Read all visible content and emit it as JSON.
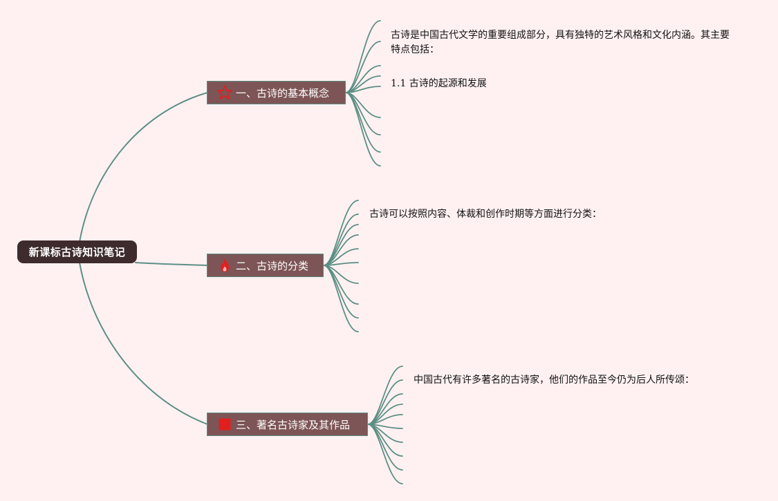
{
  "root": {
    "label": "新课标古诗知识笔记"
  },
  "branches": [
    {
      "label": "一、古诗的基本概念",
      "icon": "star-outline-icon",
      "leaves": [
        "古诗是中国古代文学的重要组成部分，具有独特的艺术风格和文化内涵。其主要特点包括：",
        "1.1 古诗的起源和发展"
      ]
    },
    {
      "label": "二、古诗的分类",
      "icon": "fire-icon",
      "leaves": [
        "古诗可以按照内容、体裁和创作时期等方面进行分类："
      ]
    },
    {
      "label": "三、著名古诗家及其作品",
      "icon": "red-square-icon",
      "leaves": [
        "中国古代有许多著名的古诗家，他们的作品至今仍为后人所传颂："
      ]
    }
  ],
  "colors": {
    "background": "#fff1f2",
    "root_fill": "#3d2b2d",
    "branch_fill": "#7d5556",
    "connector": "#5c8f84",
    "icon_red": "#e02020"
  }
}
